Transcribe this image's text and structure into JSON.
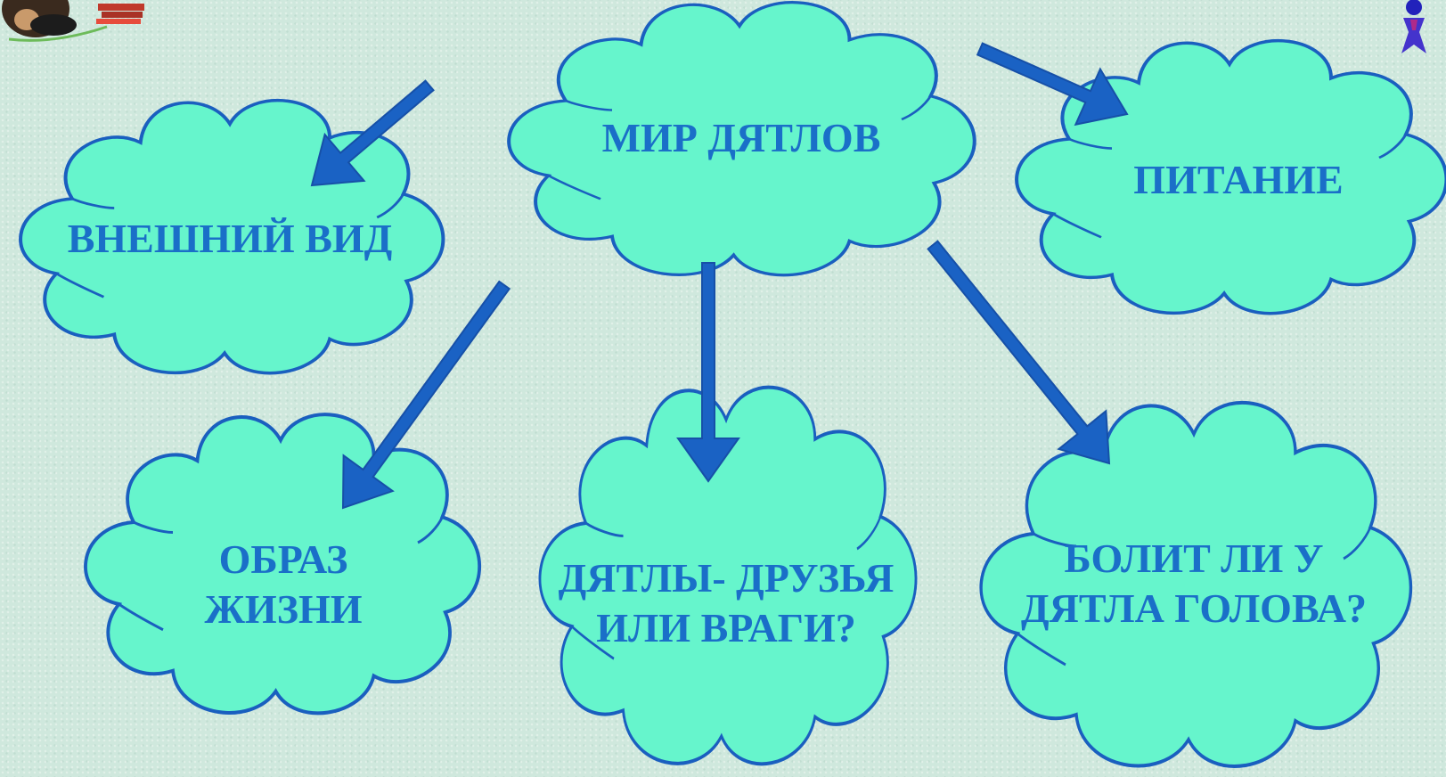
{
  "diagram": {
    "nodes": [
      {
        "id": "center",
        "lines": [
          "МИР ДЯТЛОВ"
        ]
      },
      {
        "id": "appearance",
        "lines": [
          "ВНЕШНИЙ ВИД"
        ]
      },
      {
        "id": "nutrition",
        "lines": [
          "ПИТАНИЕ"
        ]
      },
      {
        "id": "lifestyle",
        "lines": [
          "ОБРАЗ",
          "ЖИЗНИ"
        ]
      },
      {
        "id": "friends",
        "lines": [
          "ДЯТЛЫ- ДРУЗЬЯ",
          "ИЛИ ВРАГИ?"
        ]
      },
      {
        "id": "headache",
        "lines": [
          "БОЛИТ ЛИ У",
          "ДЯТЛА ГОЛОВА?"
        ]
      }
    ],
    "edges": [
      {
        "from": "center",
        "to": "appearance"
      },
      {
        "from": "center",
        "to": "nutrition"
      },
      {
        "from": "center",
        "to": "lifestyle"
      },
      {
        "from": "center",
        "to": "friends"
      },
      {
        "from": "center",
        "to": "headache"
      }
    ]
  },
  "colors": {
    "cloud_fill": "#66f5cc",
    "cloud_stroke": "#1a5fbf",
    "text": "#1a6fc8",
    "arrow": "#1a62c4"
  },
  "icons": {
    "top_left": "woodpecker-with-books-icon",
    "top_right": "navigation-figure-icon"
  }
}
